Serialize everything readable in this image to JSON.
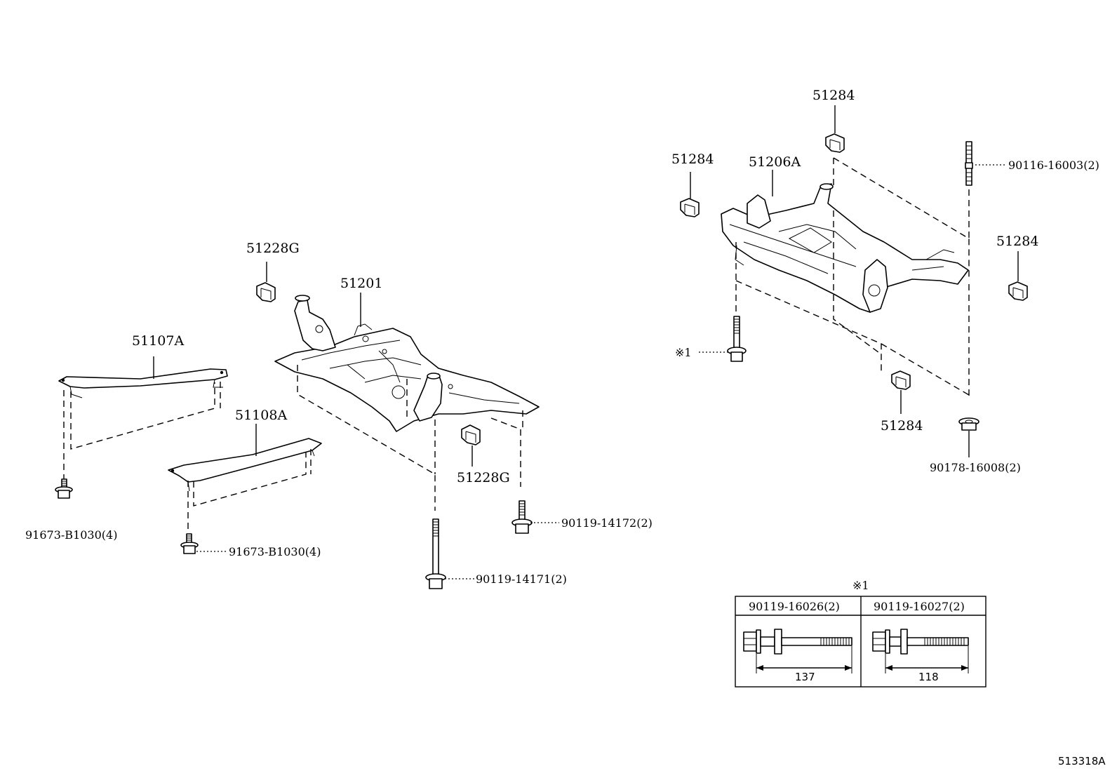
{
  "labels": {
    "front_crossmember": "51201",
    "front_stopper_top": "51228G",
    "front_stopper_bottom": "51228G",
    "brace_front": "51107A",
    "brace_rear": "51108A",
    "bolt_brace_front": "91673-B1030(4)",
    "bolt_brace_rear": "91673-B1030(4)",
    "bolt_front_long": "90119-14171(2)",
    "bolt_front_short": "90119-14172(2)",
    "rear_crossmember": "51206A",
    "rear_stopper_top": "51284",
    "rear_stopper_left": "51284",
    "rear_stopper_right": "51284",
    "rear_stopper_bottom": "51284",
    "stud_rear": "90116-16003(2)",
    "nut_rear": "90178-16008(2)",
    "note_marker": "※1"
  },
  "note_table": {
    "marker": "※1",
    "columns": [
      {
        "part": "90119-16026(2)",
        "length": "137"
      },
      {
        "part": "90119-16027(2)",
        "length": "118"
      }
    ]
  },
  "illustration_code": "513318A"
}
